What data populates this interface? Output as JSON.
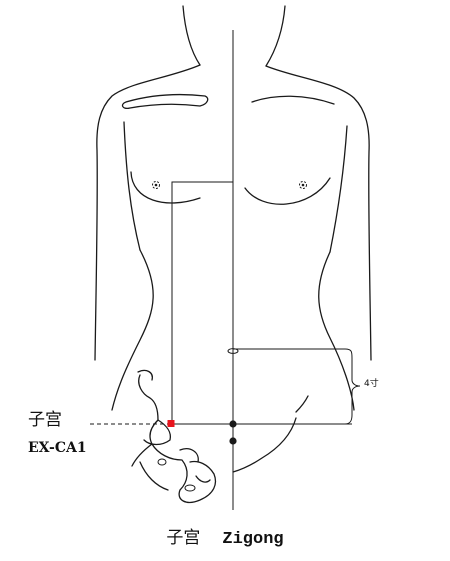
{
  "figure": {
    "point_name_cn": "子宫",
    "point_code": "EX-CA1",
    "distance_label": "4寸",
    "caption_cn": "子宫",
    "caption_pinyin": "Zigong",
    "point_color": "#e8141c",
    "ink_color": "#1a1a1a"
  }
}
